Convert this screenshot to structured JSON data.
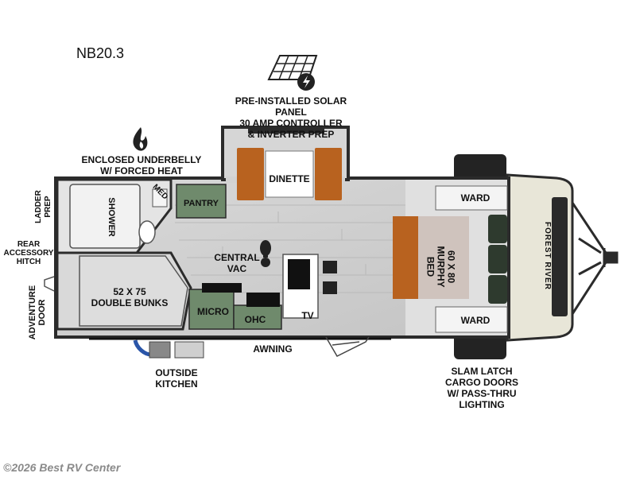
{
  "model": "NB20.3",
  "labels": {
    "solar": "PRE-INSTALLED SOLAR PANEL\n30 AMP CONTROLLER\n& INVERTER PREP",
    "underbelly": "ENCLOSED UNDERBELLY\nW/ FORCED HEAT",
    "dinette": "DINETTE",
    "pantry": "PANTRY",
    "med": "MED",
    "shower": "SHOWER",
    "ladder_prep": "LADDER\nPREP",
    "rear_hitch": "REAR\nACCESSORY\nHITCH",
    "adventure_door": "ADVENTURE\nDOOR",
    "bunks": "52 X 75\nDOUBLE BUNKS",
    "central_vac": "CENTRAL\nVAC",
    "micro": "MICRO",
    "ohc": "OHC",
    "tv": "TV",
    "awning": "AWNING",
    "outside_kitchen": "OUTSIDE\nKITCHEN",
    "murphy_bed": "60 X 80\nMURPHY BED",
    "ward_top": "WARD",
    "ward_bottom": "WARD",
    "brand": "FOREST RIVER",
    "cargo_doors": "SLAM LATCH\nCARGO DOORS\nW/ PASS-THRU\nLIGHTING"
  },
  "watermark": "©2026 Best RV Center",
  "colors": {
    "wall": "#2b2b2b",
    "floor": "#cfcfcf",
    "floor_line": "#bdbdbd",
    "cabinet_green": "#6f8a6c",
    "cushion_orange": "#b8621f",
    "front_cap": "#e8e6d8",
    "tire": "#232323",
    "bath": "#e4e4e4"
  }
}
